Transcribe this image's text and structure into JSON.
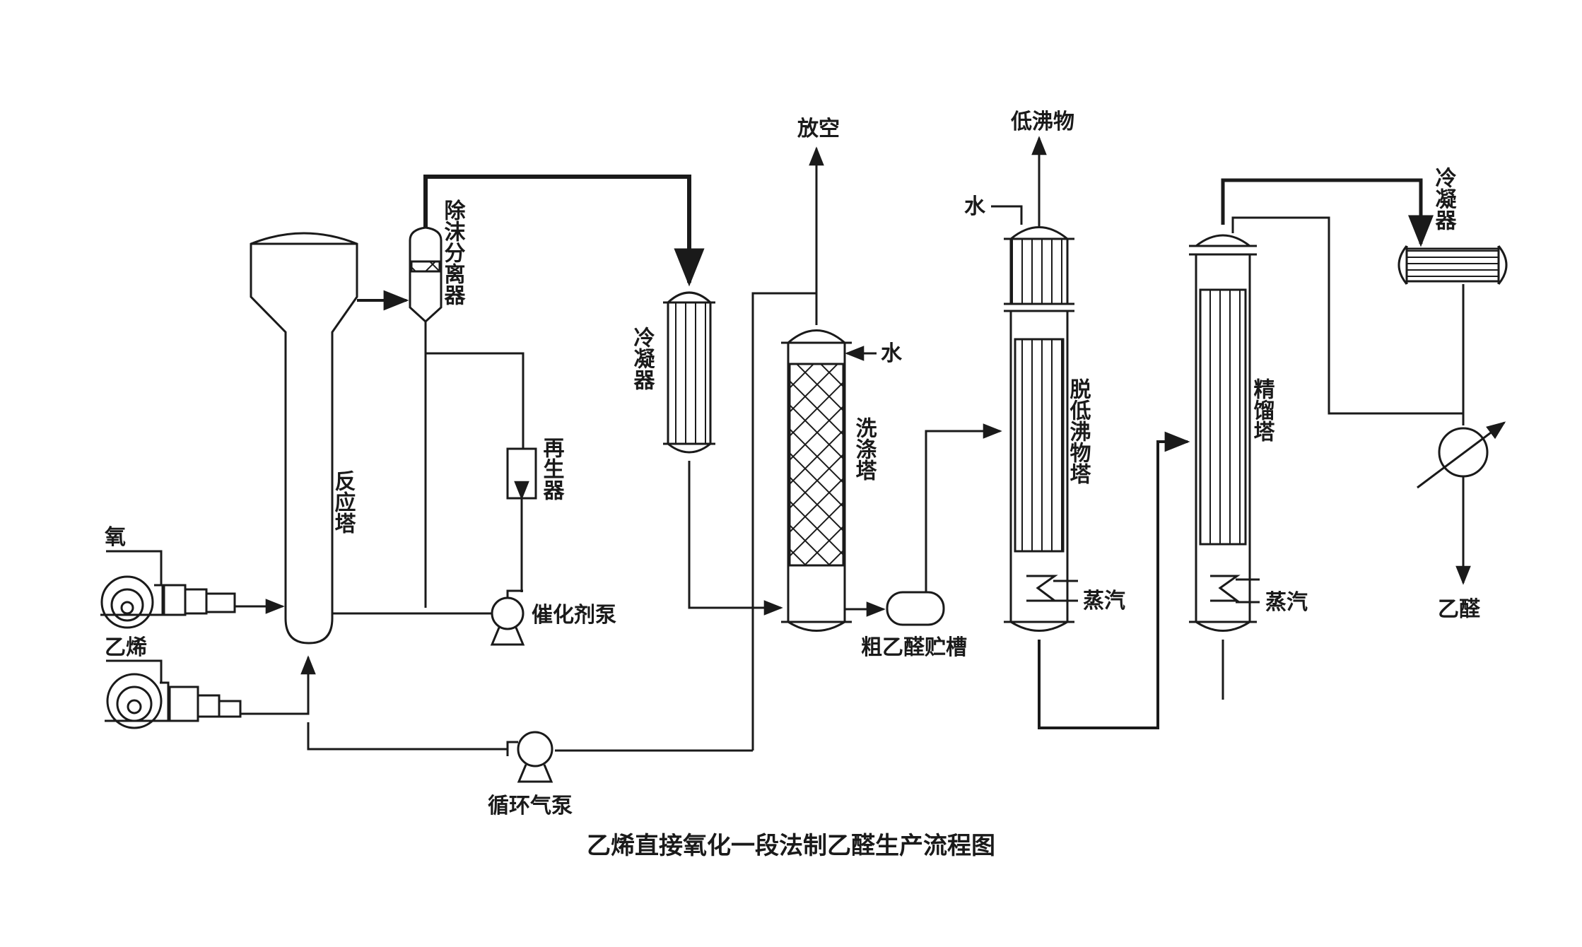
{
  "caption": "乙烯直接氧化一段法制乙醛生产流程图",
  "labels": {
    "oxygen": "氧",
    "ethylene": "乙烯",
    "reactor": "反应塔",
    "defoamer": "除沫分离器",
    "regenerator": "再生器",
    "catalyst_pump": "催化剂泵",
    "condenser_1": "冷凝器",
    "vent": "放空",
    "water_1": "水",
    "scrubber": "洗涤塔",
    "crude_tank": "粗乙醛贮槽",
    "low_boilers": "低沸物",
    "water_2": "水",
    "light_column": "脱低沸物塔",
    "steam_1": "蒸汽",
    "rectifier": "精馏塔",
    "steam_2": "蒸汽",
    "condenser_2": "冷凝器",
    "product": "乙醛",
    "recycle_pump": "循环气泵"
  }
}
